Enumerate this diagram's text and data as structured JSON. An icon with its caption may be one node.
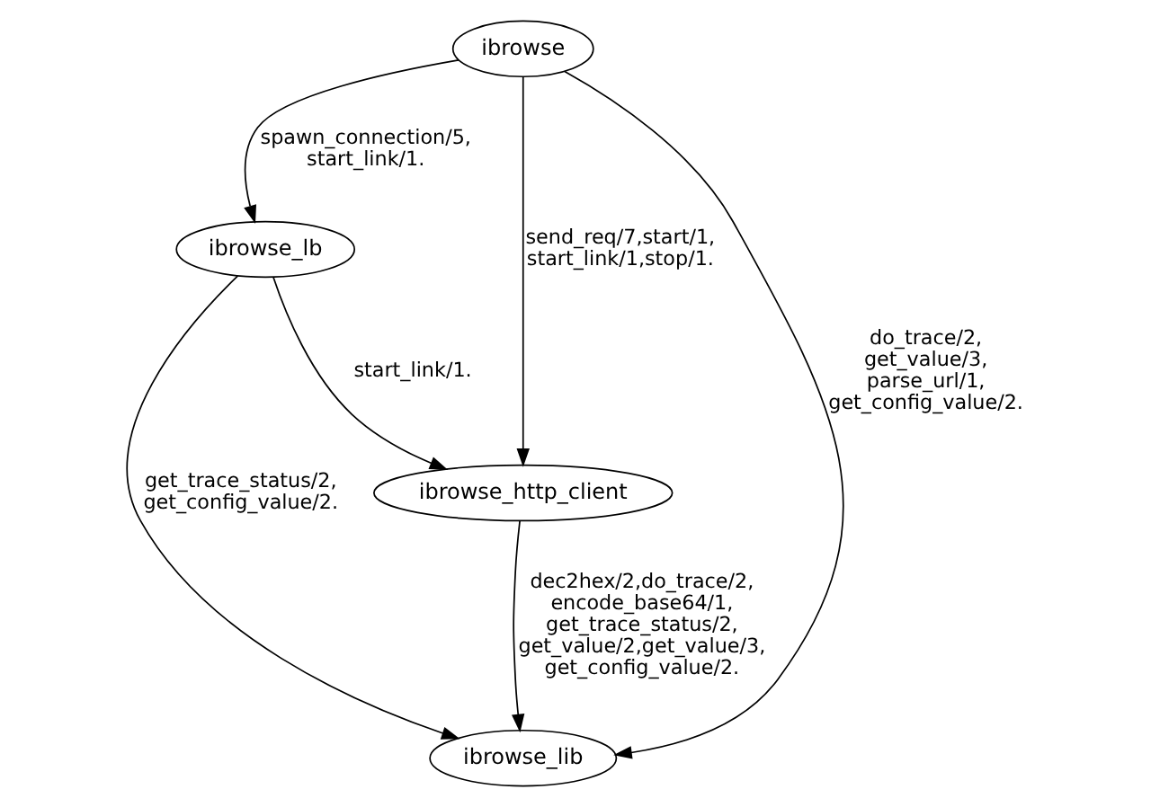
{
  "diagram": {
    "nodes": [
      {
        "text": [
          "ibrowse"
        ]
      },
      {
        "text": [
          "ibrowse_lb"
        ]
      },
      {
        "text": [
          "ibrowse_http_client"
        ]
      },
      {
        "text": [
          "ibrowse_lib"
        ]
      }
    ],
    "edges": [
      {
        "from": 0,
        "to": 1,
        "arrow": "to",
        "label": "spawn_connection/5, start_link/1."
      },
      {
        "from": 0,
        "to": 2,
        "arrow": "to",
        "label": "send_req/7,start/1, start_link/1,stop/1."
      },
      {
        "from": 0,
        "to": 3,
        "arrow": "to",
        "label": "do_trace/2, get_value/3, parse_url/1, get_config_value/2."
      },
      {
        "from": 1,
        "to": 2,
        "arrow": "to",
        "label": "start_link/1."
      },
      {
        "from": 1,
        "to": 3,
        "arrow": "to",
        "label": "get_trace_status/2, get_config_value/2."
      },
      {
        "from": 2,
        "to": 3,
        "arrow": "to",
        "label": "dec2hex/2,do_trace/2, encode_base64/1, get_trace_status/2, get_value/2,get_value/3, get_config_value/2."
      }
    ]
  }
}
